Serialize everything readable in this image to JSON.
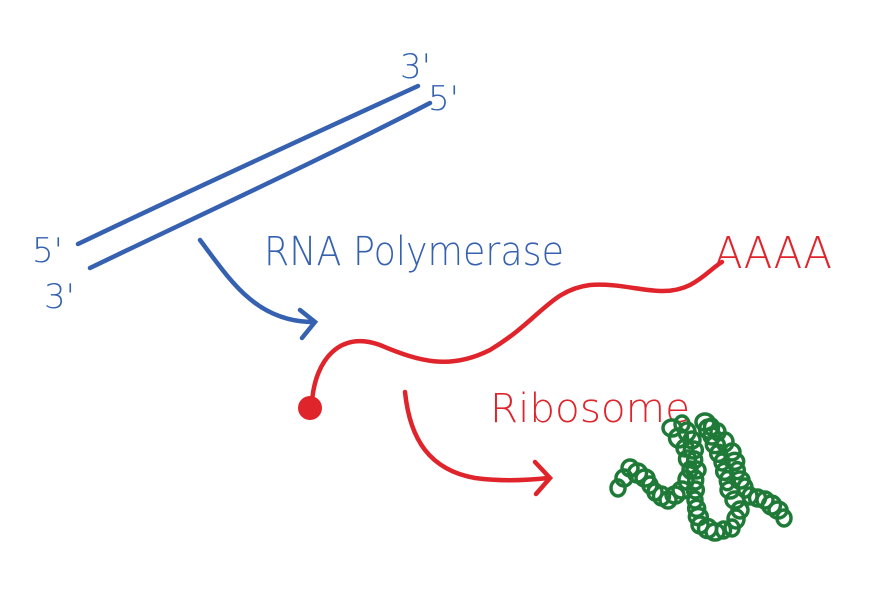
{
  "colors": {
    "dna": "#3561b0",
    "rna": "#e0242b",
    "protein": "#1f7a38"
  },
  "dna": {
    "top_strand": {
      "left_end": "5'",
      "right_end": "3'"
    },
    "bottom_strand": {
      "left_end": "3'",
      "right_end": "5'"
    }
  },
  "labels": {
    "polymerase": "RNA Polymerase",
    "poly_a_tail": "AAAA",
    "ribosome": "Ribosome"
  }
}
